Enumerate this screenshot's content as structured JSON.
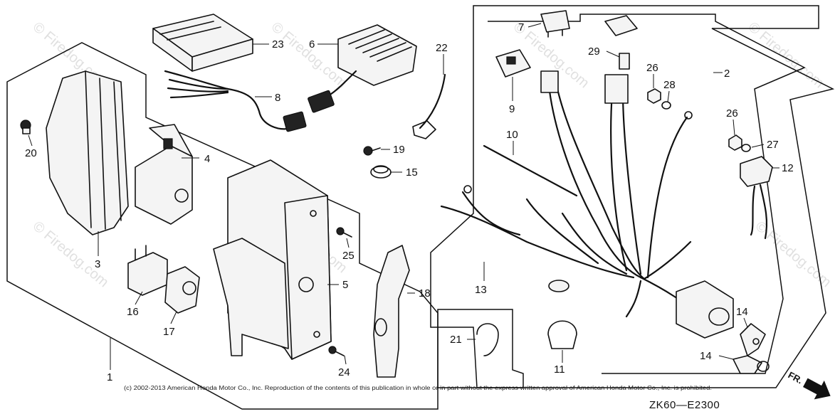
{
  "callouts": {
    "c1": "1",
    "c2": "2",
    "c3": "3",
    "c4": "4",
    "c5": "5",
    "c6": "6",
    "c7": "7",
    "c8": "8",
    "c9": "9",
    "c10": "10",
    "c11": "11",
    "c12": "12",
    "c13": "13",
    "c14a": "14",
    "c14b": "14",
    "c15": "15",
    "c16": "16",
    "c17": "17",
    "c18": "18",
    "c19": "19",
    "c20": "20",
    "c21": "21",
    "c22": "22",
    "c23": "23",
    "c24": "24",
    "c25": "25",
    "c26a": "26",
    "c26b": "26",
    "c27": "27",
    "c28": "28",
    "c29": "29"
  },
  "watermark": "© Firedog.com",
  "copyright": "(c) 2002-2013 American Honda Motor Co., Inc. Reproduction of the contents of this publication in whole or in part without the express written approval of American Honda Motor Co., Inc. is prohibited.",
  "diagram_code": "ZK60—E2300",
  "direction_label": "FR."
}
